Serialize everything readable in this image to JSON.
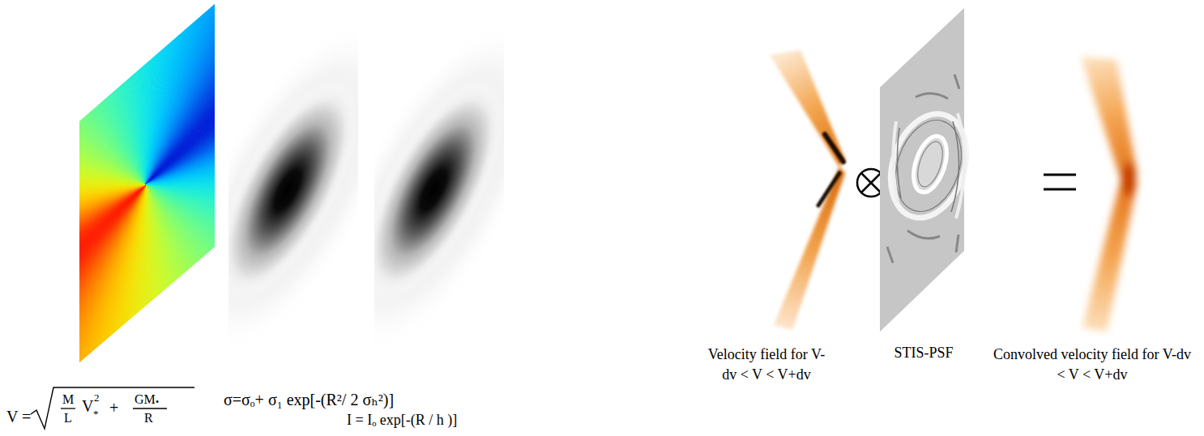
{
  "diagram": {
    "labels": [
      "V =",
      "M",
      "L",
      "V",
      "*",
      "2",
      "+",
      "GM",
      "•",
      "R",
      "σ=σₒ+ σ₁ exp[-(R²/ 2 σₕ²)]",
      "I = Iₒ exp[-(R / h )]",
      "Velocity field for V-dv < V < V+dv",
      "STIS-PSF",
      "Convolved velocity field for V-dv < V < V+dv"
    ]
  }
}
